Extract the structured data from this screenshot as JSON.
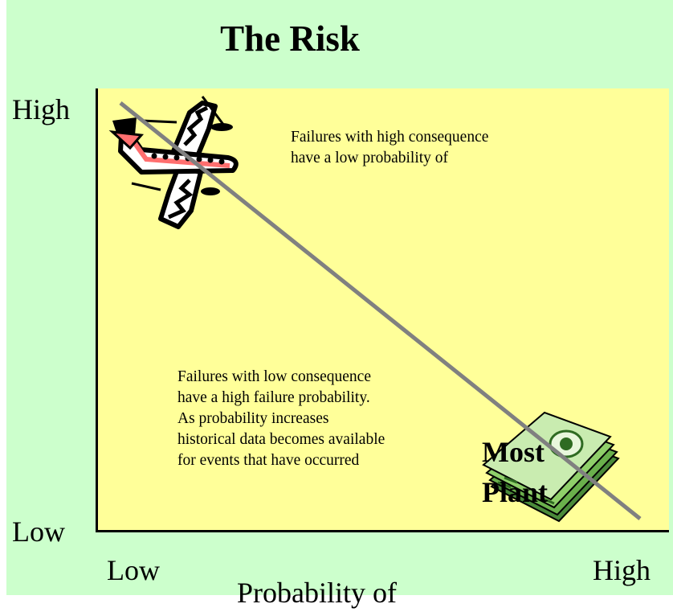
{
  "title": "The Risk",
  "y_axis": {
    "high_label": "High",
    "low_label": "Low"
  },
  "x_axis": {
    "low_label": "Low",
    "high_label": "High",
    "title": "Probability of"
  },
  "notes": {
    "high_consequence": [
      "Failures with high consequence",
      "have a low probability of"
    ],
    "low_consequence": [
      "Failures with low consequence",
      "have a  high failure probability.",
      "As probability increases",
      "historical data becomes available",
      "for events that have occurred"
    ]
  },
  "most_plant": [
    "Most",
    "Plant"
  ],
  "icons": {
    "high_risk_icon": "airplane-icon",
    "low_risk_icon": "money-stack-icon"
  },
  "colors": {
    "background": "#ccffcc",
    "plot_area": "#ffff99",
    "trend_line": "#808080"
  }
}
